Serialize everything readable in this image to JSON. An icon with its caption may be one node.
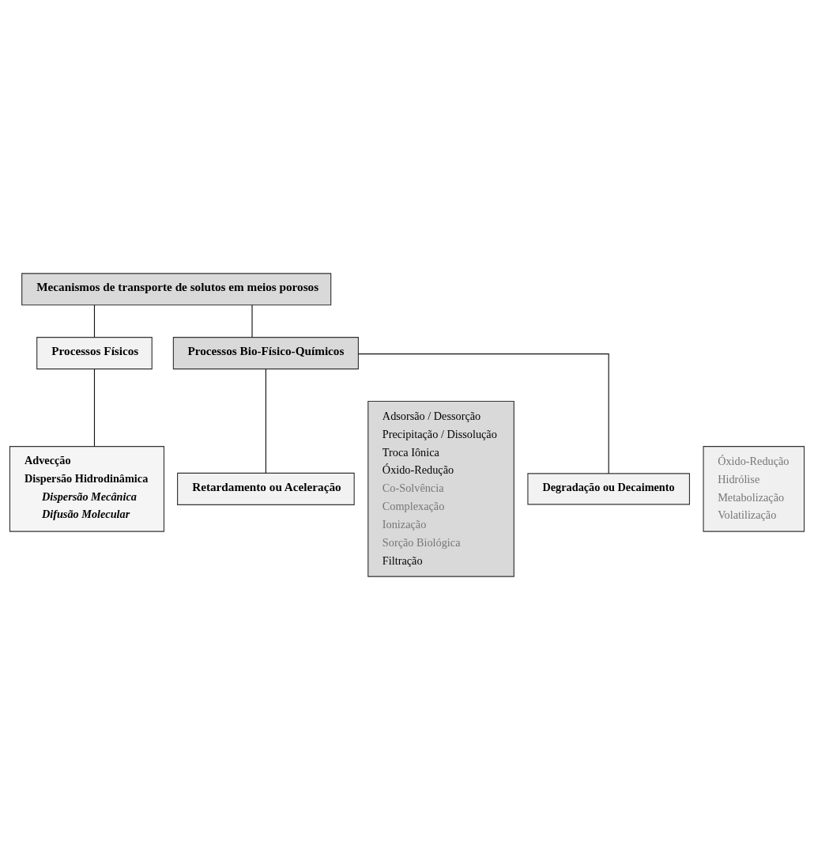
{
  "diagram": {
    "nodes": [
      {
        "text": [
          "Mecanismos de transporte de solutos em meios porosos"
        ]
      },
      {
        "text": [
          "Processos Físicos"
        ]
      },
      {
        "text": [
          "Processos Bio-Físico-Químicos"
        ]
      },
      {
        "text": [
          "Advecção",
          "Dispersão Hidrodinâmica",
          "Dispersão Mecânica",
          "Difusão Molecular"
        ]
      },
      {
        "text": [
          "Retardamento ou Aceleração"
        ]
      },
      {
        "text": [
          "Degradação ou Decaimento"
        ]
      },
      {
        "text": [
          "Adsorsão / Dessorção",
          "Precipitação / Dissolução",
          "Troca Iônica",
          "Óxido-Redução",
          "Co-Solvência",
          "Complexação",
          "Ionização",
          "Sorção Biológica",
          "Filtração"
        ]
      },
      {
        "text": [
          "Óxido-Redução",
          "Hidrólise",
          "Metabolização",
          "Volatilização"
        ]
      }
    ],
    "edges": [
      {
        "from": 0,
        "to": 1,
        "arrow": "none"
      },
      {
        "from": 0,
        "to": 2,
        "arrow": "none"
      },
      {
        "from": 1,
        "to": 3,
        "arrow": "none"
      },
      {
        "from": 2,
        "to": 4,
        "arrow": "none"
      },
      {
        "from": 2,
        "to": 5,
        "arrow": "none"
      }
    ]
  }
}
